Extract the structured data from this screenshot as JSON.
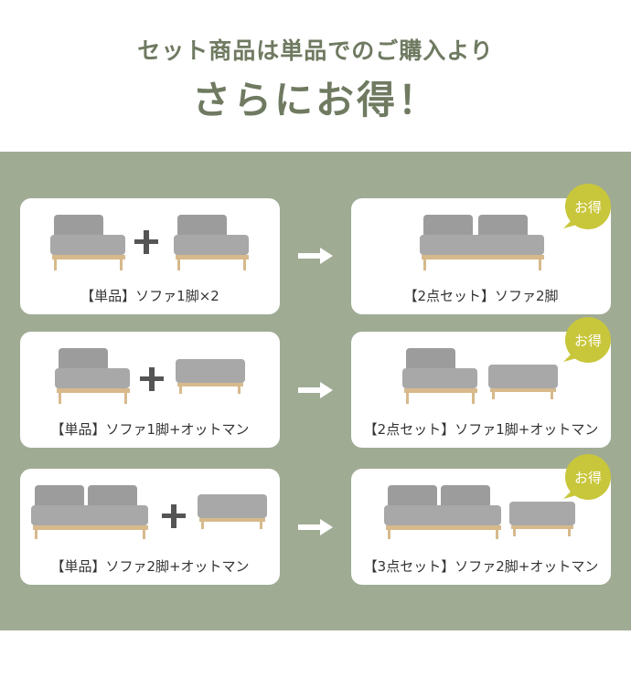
{
  "header": {
    "subtitle": "セット商品は単品でのご購入より",
    "title": "さらにお得！"
  },
  "badge_text": "お得",
  "colors": {
    "accent": "#6f7a61",
    "panel": "#a0ab94",
    "badge": "#c8c63a",
    "sofa": "#9a9a9a",
    "wood": "#d7b98c"
  },
  "rows": [
    {
      "single_label": "【単品】ソファ1脚×2",
      "set_label": "【2点セット】ソファ2脚"
    },
    {
      "single_label": "【単品】ソファ1脚+オットマン",
      "set_label": "【2点セット】ソファ1脚+オットマン"
    },
    {
      "single_label": "【単品】ソファ2脚+オットマン",
      "set_label": "【3点セット】ソファ2脚+オットマン"
    }
  ]
}
